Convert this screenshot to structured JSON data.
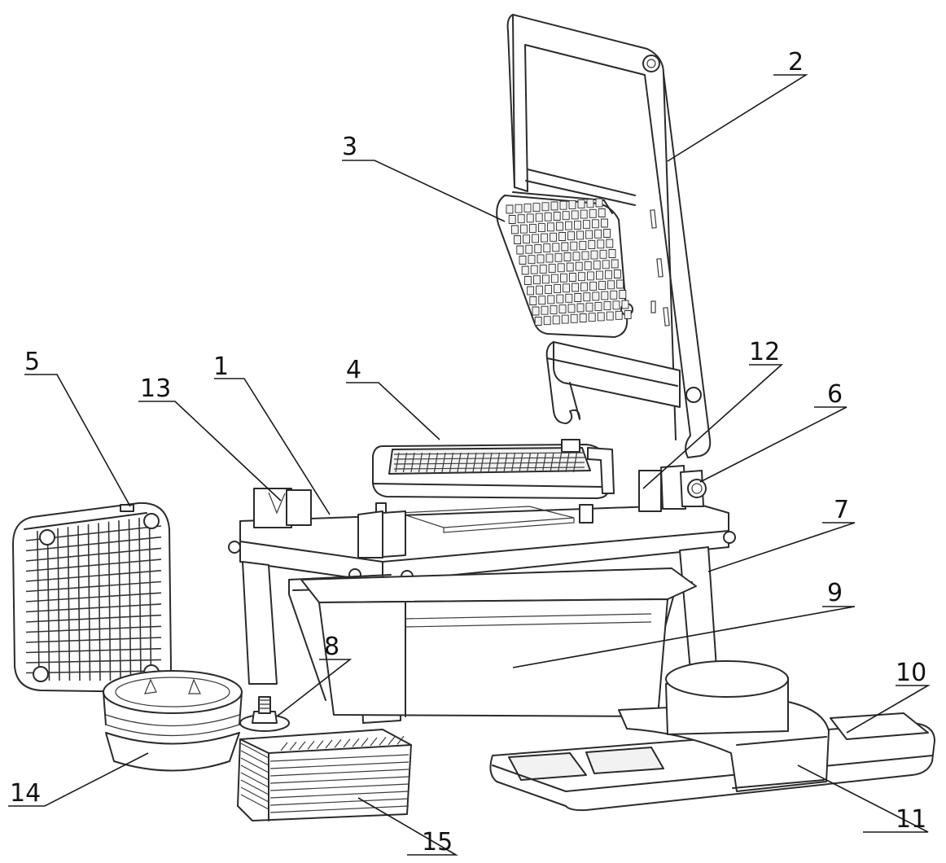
{
  "callouts": [
    {
      "id": "1",
      "label": "1"
    },
    {
      "id": "2",
      "label": "2"
    },
    {
      "id": "3",
      "label": "3"
    },
    {
      "id": "4",
      "label": "4"
    },
    {
      "id": "5",
      "label": "5"
    },
    {
      "id": "6",
      "label": "6"
    },
    {
      "id": "7",
      "label": "7"
    },
    {
      "id": "8",
      "label": "8"
    },
    {
      "id": "9",
      "label": "9"
    },
    {
      "id": "10",
      "label": "10"
    },
    {
      "id": "11",
      "label": "11"
    },
    {
      "id": "12",
      "label": "12"
    },
    {
      "id": "13",
      "label": "13"
    },
    {
      "id": "14",
      "label": "14"
    },
    {
      "id": "15",
      "label": "15"
    }
  ],
  "style": {
    "line_color": "#2b2b2b",
    "background": "#ffffff"
  }
}
